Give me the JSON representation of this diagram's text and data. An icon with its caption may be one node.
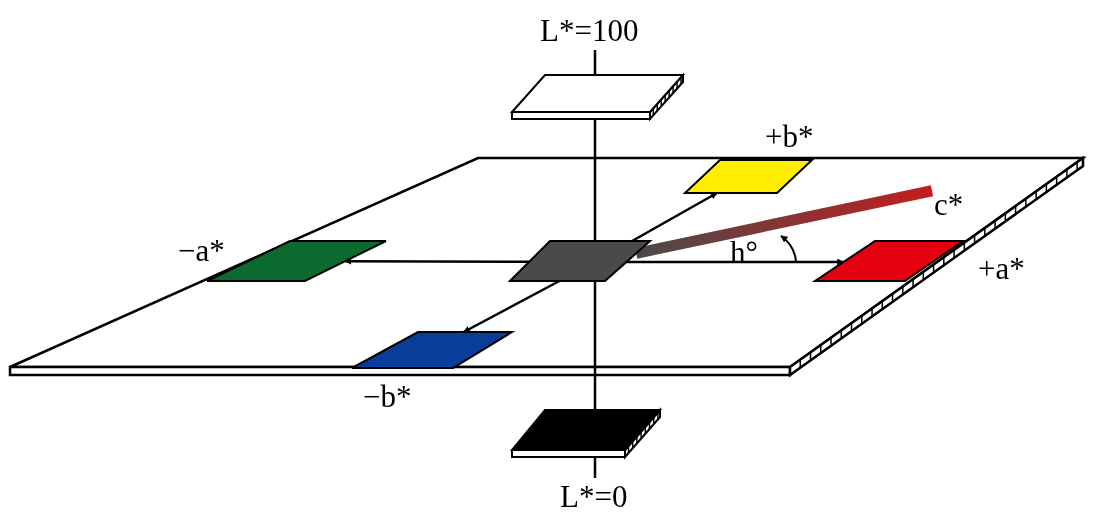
{
  "diagram": {
    "nodes": [
      {
        "text": [
          "L*=100"
        ]
      },
      {
        "text": [
          "+b*"
        ]
      },
      {
        "text": [
          "−a*"
        ]
      },
      {
        "text": [],
        "shape": "box"
      },
      {
        "text": [
          "+a*"
        ]
      },
      {
        "text": [
          "−b*"
        ]
      },
      {
        "text": [
          "L*=0"
        ]
      },
      {
        "text": [
          "c*"
        ]
      }
    ],
    "edges": [
      {
        "from": 0,
        "to": 3,
        "arrow": "none"
      },
      {
        "from": 3,
        "to": 2,
        "arrow": "to"
      },
      {
        "from": 3,
        "to": 1,
        "arrow": "to"
      },
      {
        "from": 3,
        "to": 4,
        "arrow": "to"
      },
      {
        "from": 3,
        "to": 5,
        "arrow": "to"
      },
      {
        "from": 3,
        "to": 6,
        "arrow": "none"
      },
      {
        "from": 3,
        "to": 7,
        "arrow": "to",
        "style": "thick",
        "color": "#c41e1e"
      }
    ],
    "labels": [
      "h°"
    ]
  }
}
